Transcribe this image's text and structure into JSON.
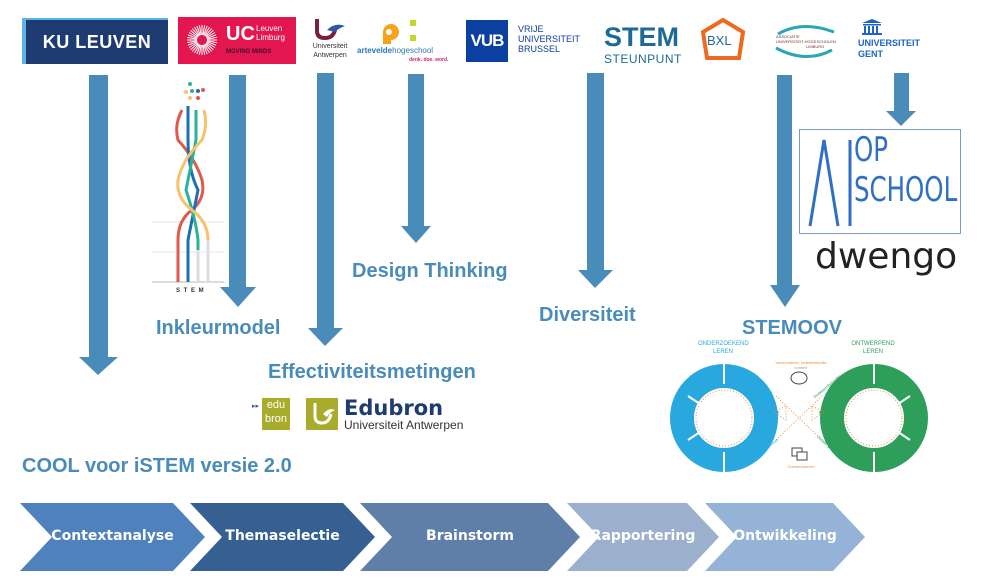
{
  "logos": {
    "ku_leuven": "KU LEUVEN",
    "uc_leuven_limburg": {
      "uc": "UC",
      "line1": "Leuven",
      "line2": "Limburg",
      "tagline": "MOVING MINDS"
    },
    "uantwerpen": {
      "line1": "Universiteit",
      "line2": "Antwerpen"
    },
    "arteveldehogeschool": {
      "name_bold": "artevelde",
      "name_rest": "hogeschool",
      "tagline": "denk. doe. word."
    },
    "vub": {
      "mark": "VUB",
      "line1": "VRIJE",
      "line2": "UNIVERSITEIT",
      "line3": "BRUSSEL"
    },
    "stem_steunpunt": {
      "stem": "STEM",
      "steunpunt": "STEUNPUNT",
      "bxl": "BXL"
    },
    "associatie_limburg": {
      "line1": "ASSOCIATIE",
      "line2": "UNIVERSITEIT-HOGESCHOLEN",
      "line3": "LIMBURG"
    },
    "ugent": {
      "line1": "UNIVERSITEIT",
      "line2": "GENT"
    }
  },
  "outcomes": {
    "cool": "COOL voor iSTEM versie 2.0",
    "inkleurmodel": "Inkleurmodel",
    "effectiviteitsmetingen": "Effectiviteitsmetingen",
    "design_thinking": "Design Thinking",
    "diversiteit": "Diversiteit",
    "stemoov": "STEMOOV"
  },
  "dna_graphic": {
    "caption": "S T E M"
  },
  "edubron": {
    "small_line1": "edu",
    "small_line2": "bron",
    "name": "Edubron",
    "sub": "Universiteit Antwerpen"
  },
  "ai_op_school": {
    "ai": "AI",
    "line1": "OP",
    "line2": "SCHOOL",
    "dwengo": "dwengo"
  },
  "stemoov_diagram": {
    "left_title": "ONDERZOEKEND",
    "left_sub": "LEREN",
    "right_title": "ONTWERPEND",
    "right_sub": "LEREN",
    "top_center": "Verwonderen, betekenisvolle context",
    "bottom_center": "Communiceren",
    "left_label_top": "Vraag",
    "left_label_bottom": "Inzicht toepassen",
    "right_label_top": "Probleem/Behoefte",
    "right_label_bottom": "Creatie gebruiken"
  },
  "process_steps": [
    {
      "label": "Contextanalyse",
      "color": "#4f81bd"
    },
    {
      "label": "Themaselectie",
      "color": "#366092"
    },
    {
      "label": "Brainstorm",
      "color": "#5f7fa8"
    },
    {
      "label": "Rapportering",
      "color": "#9bb0cc"
    },
    {
      "label": "Ontwikkeling",
      "color": "#95b3d7"
    }
  ],
  "colors": {
    "arrow": "#4a8cb9",
    "label": "#4a8cb9",
    "stemoov_blue": "#29a8e0",
    "stemoov_green": "#2e9e5b"
  }
}
